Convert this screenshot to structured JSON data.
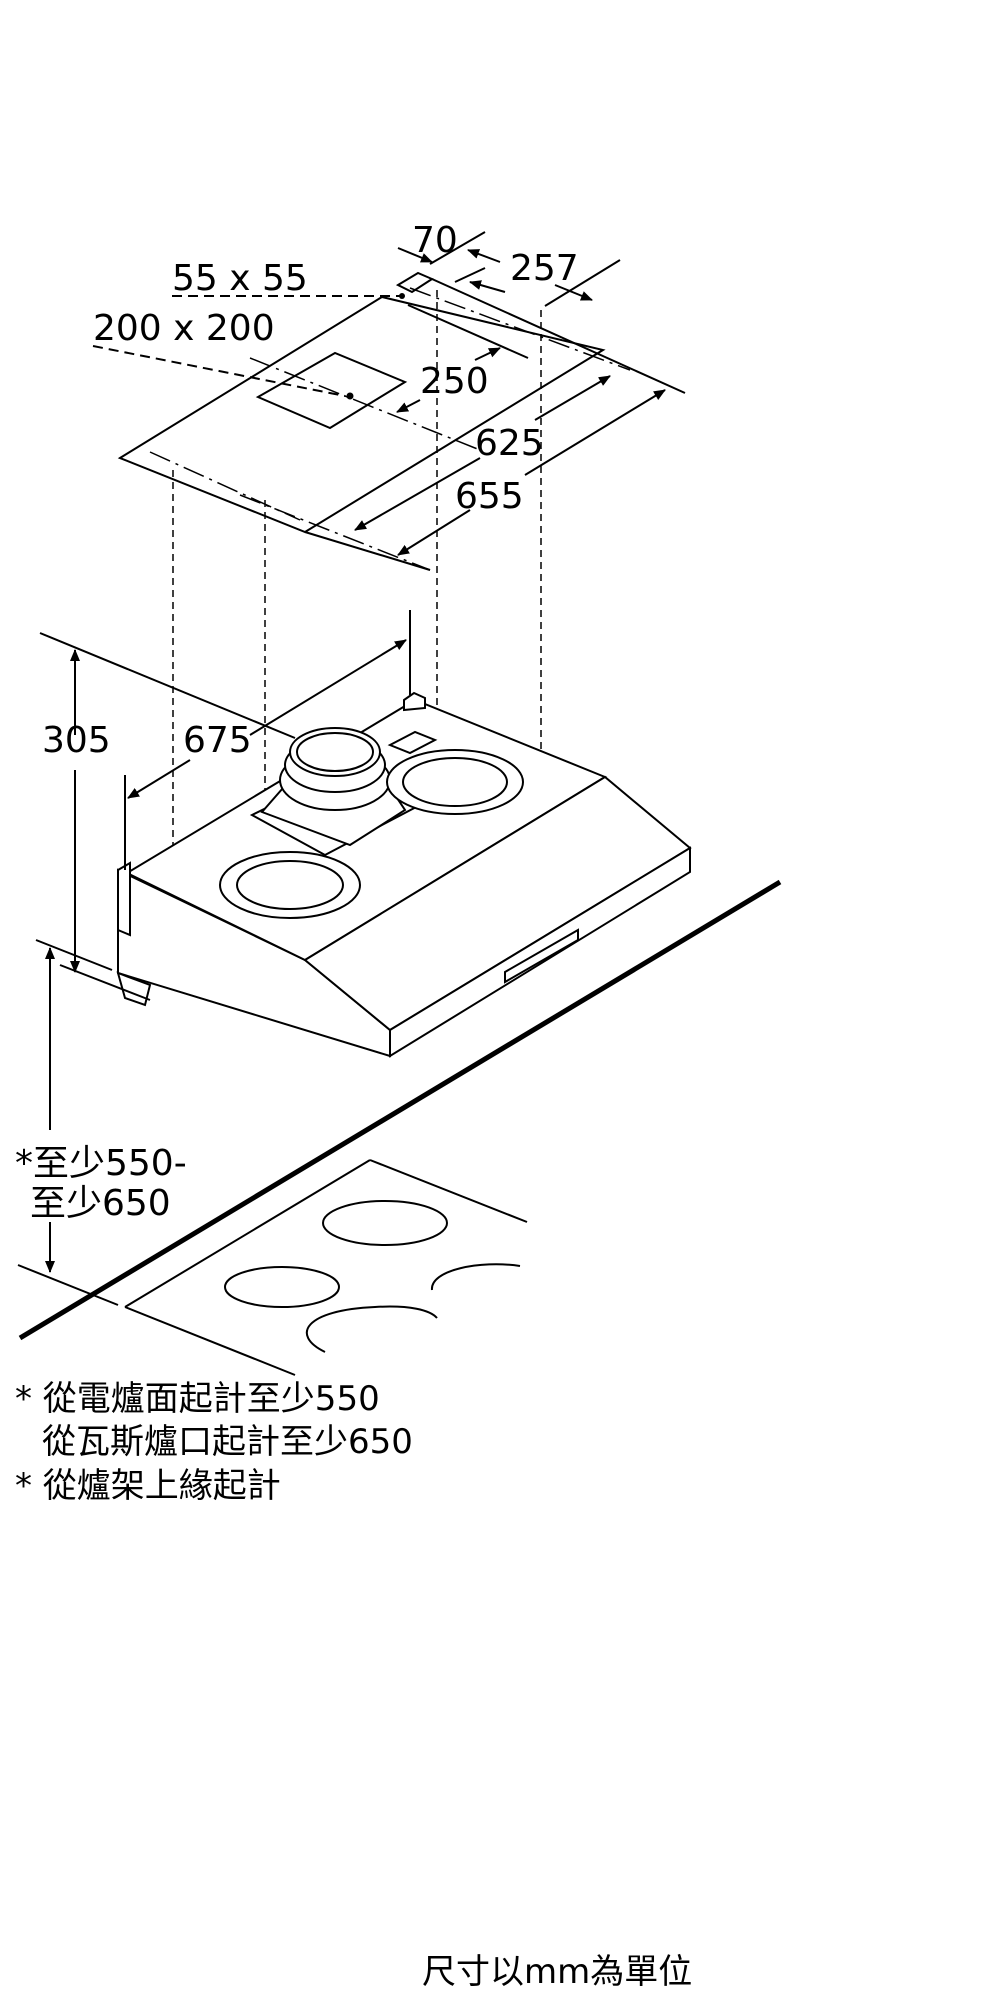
{
  "dimensions": {
    "d70": "70",
    "d257": "257",
    "d55x55": "55 x 55",
    "d200x200": "200 x 200",
    "d250": "250",
    "d625": "625",
    "d655": "655",
    "d305": "305",
    "d675": "675",
    "min_line1": "*至少550-",
    "min_line2": "至少650"
  },
  "notes": {
    "line1": "* 從電爐面起計至少550",
    "line2": "從瓦斯爐口起計至少650",
    "line3": "* 從爐架上緣起計",
    "units": "尺寸以mm為單位"
  }
}
